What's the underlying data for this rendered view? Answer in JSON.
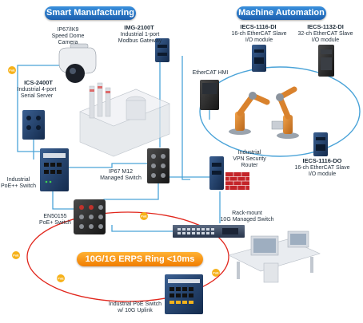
{
  "sections": {
    "smart_manufacturing": "Smart Manufacturing",
    "machine_automation": "Machine Automation"
  },
  "ring": {
    "label": "10G/1G ERPS Ring <10ms",
    "poe_badge": "PoE"
  },
  "devices": {
    "camera": "IP67/IK9\nSpeed Dome Camera",
    "ics_title": "ICS-2400T",
    "ics_desc": "Industrial 4-port\nSerial Server",
    "img_title": "IMG-2100T",
    "img_desc": "Industrial 1-port\nModbus Gateway",
    "industrial_poe_switch": "Industrial\nPoE++ Switch",
    "ip67_switch": "IP67 M12\nManaged Switch",
    "en50155_switch": "EN50155\nPoE+ Switch",
    "ethercat_hmi": "EtherCAT HMI",
    "iecs1116di_title": "IECS-1116-DI",
    "iecs1116di_desc": "16-ch EtherCAT Slave\nI/O module",
    "iecs1132di_title": "IECS-1132-DI",
    "iecs1132di_desc": "32-ch EtherCAT Slave\nI/O module",
    "iecs1116do_title": "IECS-1116-DO",
    "iecs1116do_desc": "16-ch EtherCAT Slave\nI/O module",
    "vpn_router": "Industrial\nVPN Security\nRouter",
    "rack_switch": "Rack-mount\n10G Managed Switch",
    "poe_10g_switch": "Industrial PoE Switch\nw/ 10G Uplink"
  },
  "colors": {
    "pill_blue": "#2a78c8",
    "ring_orange": "#f08a00",
    "ring_red": "#e1261c",
    "cable_blue": "#4aa3d8",
    "device_navy": "#1e3f6b",
    "firewall_red": "#c4252a"
  }
}
